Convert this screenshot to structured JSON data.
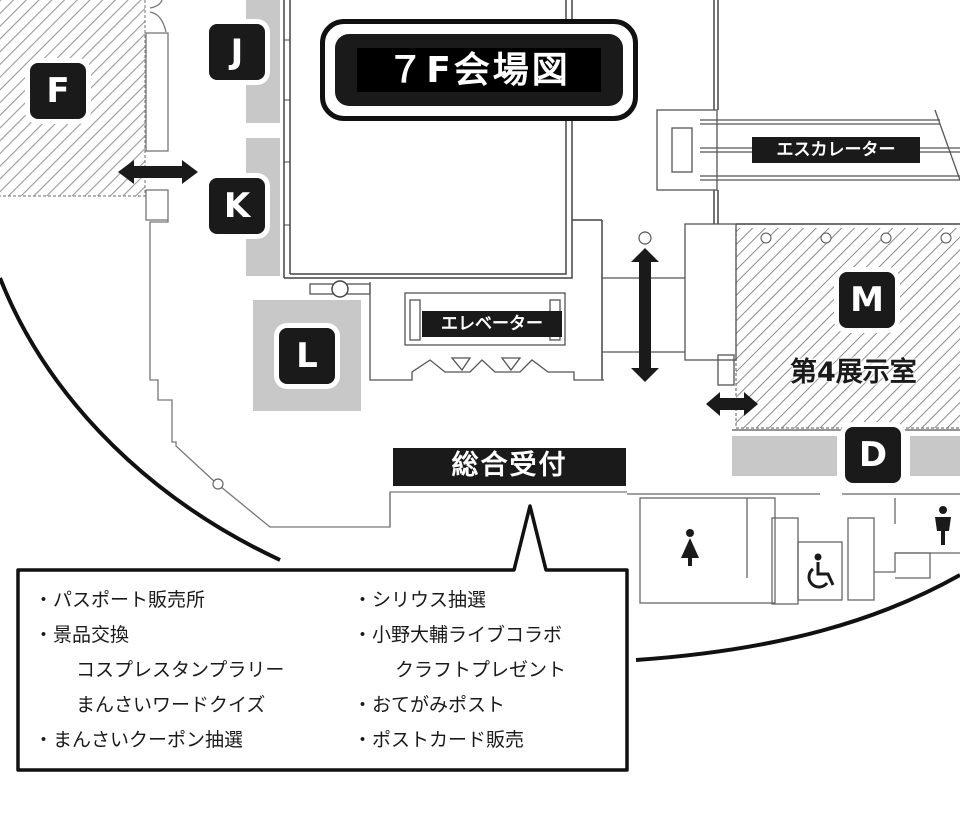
{
  "map": {
    "title": "７F会場図",
    "colors": {
      "ink": "#1a1a1a",
      "booth_gray": "#c8c8c8",
      "hatch": "#aaaaaa",
      "background": "#ffffff"
    },
    "booths": [
      {
        "id": "F",
        "label": "F"
      },
      {
        "id": "J",
        "label": "J"
      },
      {
        "id": "K",
        "label": "K"
      },
      {
        "id": "L",
        "label": "L"
      },
      {
        "id": "M",
        "label": "M"
      },
      {
        "id": "D",
        "label": "D"
      }
    ],
    "rooms": {
      "exhibition_room_4": "第4展示室"
    },
    "facilities": {
      "escalator": "エスカレーター",
      "elevator": "エレベーター",
      "reception": "総合受付"
    },
    "icons": {
      "womens_restroom": "womens-restroom-icon",
      "mens_restroom": "mens-restroom-icon",
      "accessible_restroom": "wheelchair-icon",
      "two_way_arrow": "double-arrow-icon"
    },
    "callout": {
      "left_items": [
        {
          "bullet": "・",
          "text": "パスポート販売所"
        },
        {
          "bullet": "・",
          "text": "景品交換"
        },
        {
          "bullet": "",
          "text": "コスプレスタンプラリー"
        },
        {
          "bullet": "",
          "text": "まんさいワードクイズ"
        },
        {
          "bullet": "・",
          "text": "まんさいクーポン抽選"
        }
      ],
      "right_items": [
        {
          "bullet": "・",
          "text": "シリウス抽選"
        },
        {
          "bullet": "・",
          "text": "小野大輔ライブコラボ"
        },
        {
          "bullet": "",
          "text": "クラフトプレゼント"
        },
        {
          "bullet": "・",
          "text": "おてがみポスト"
        },
        {
          "bullet": "・",
          "text": "ポストカード販売"
        }
      ]
    }
  }
}
